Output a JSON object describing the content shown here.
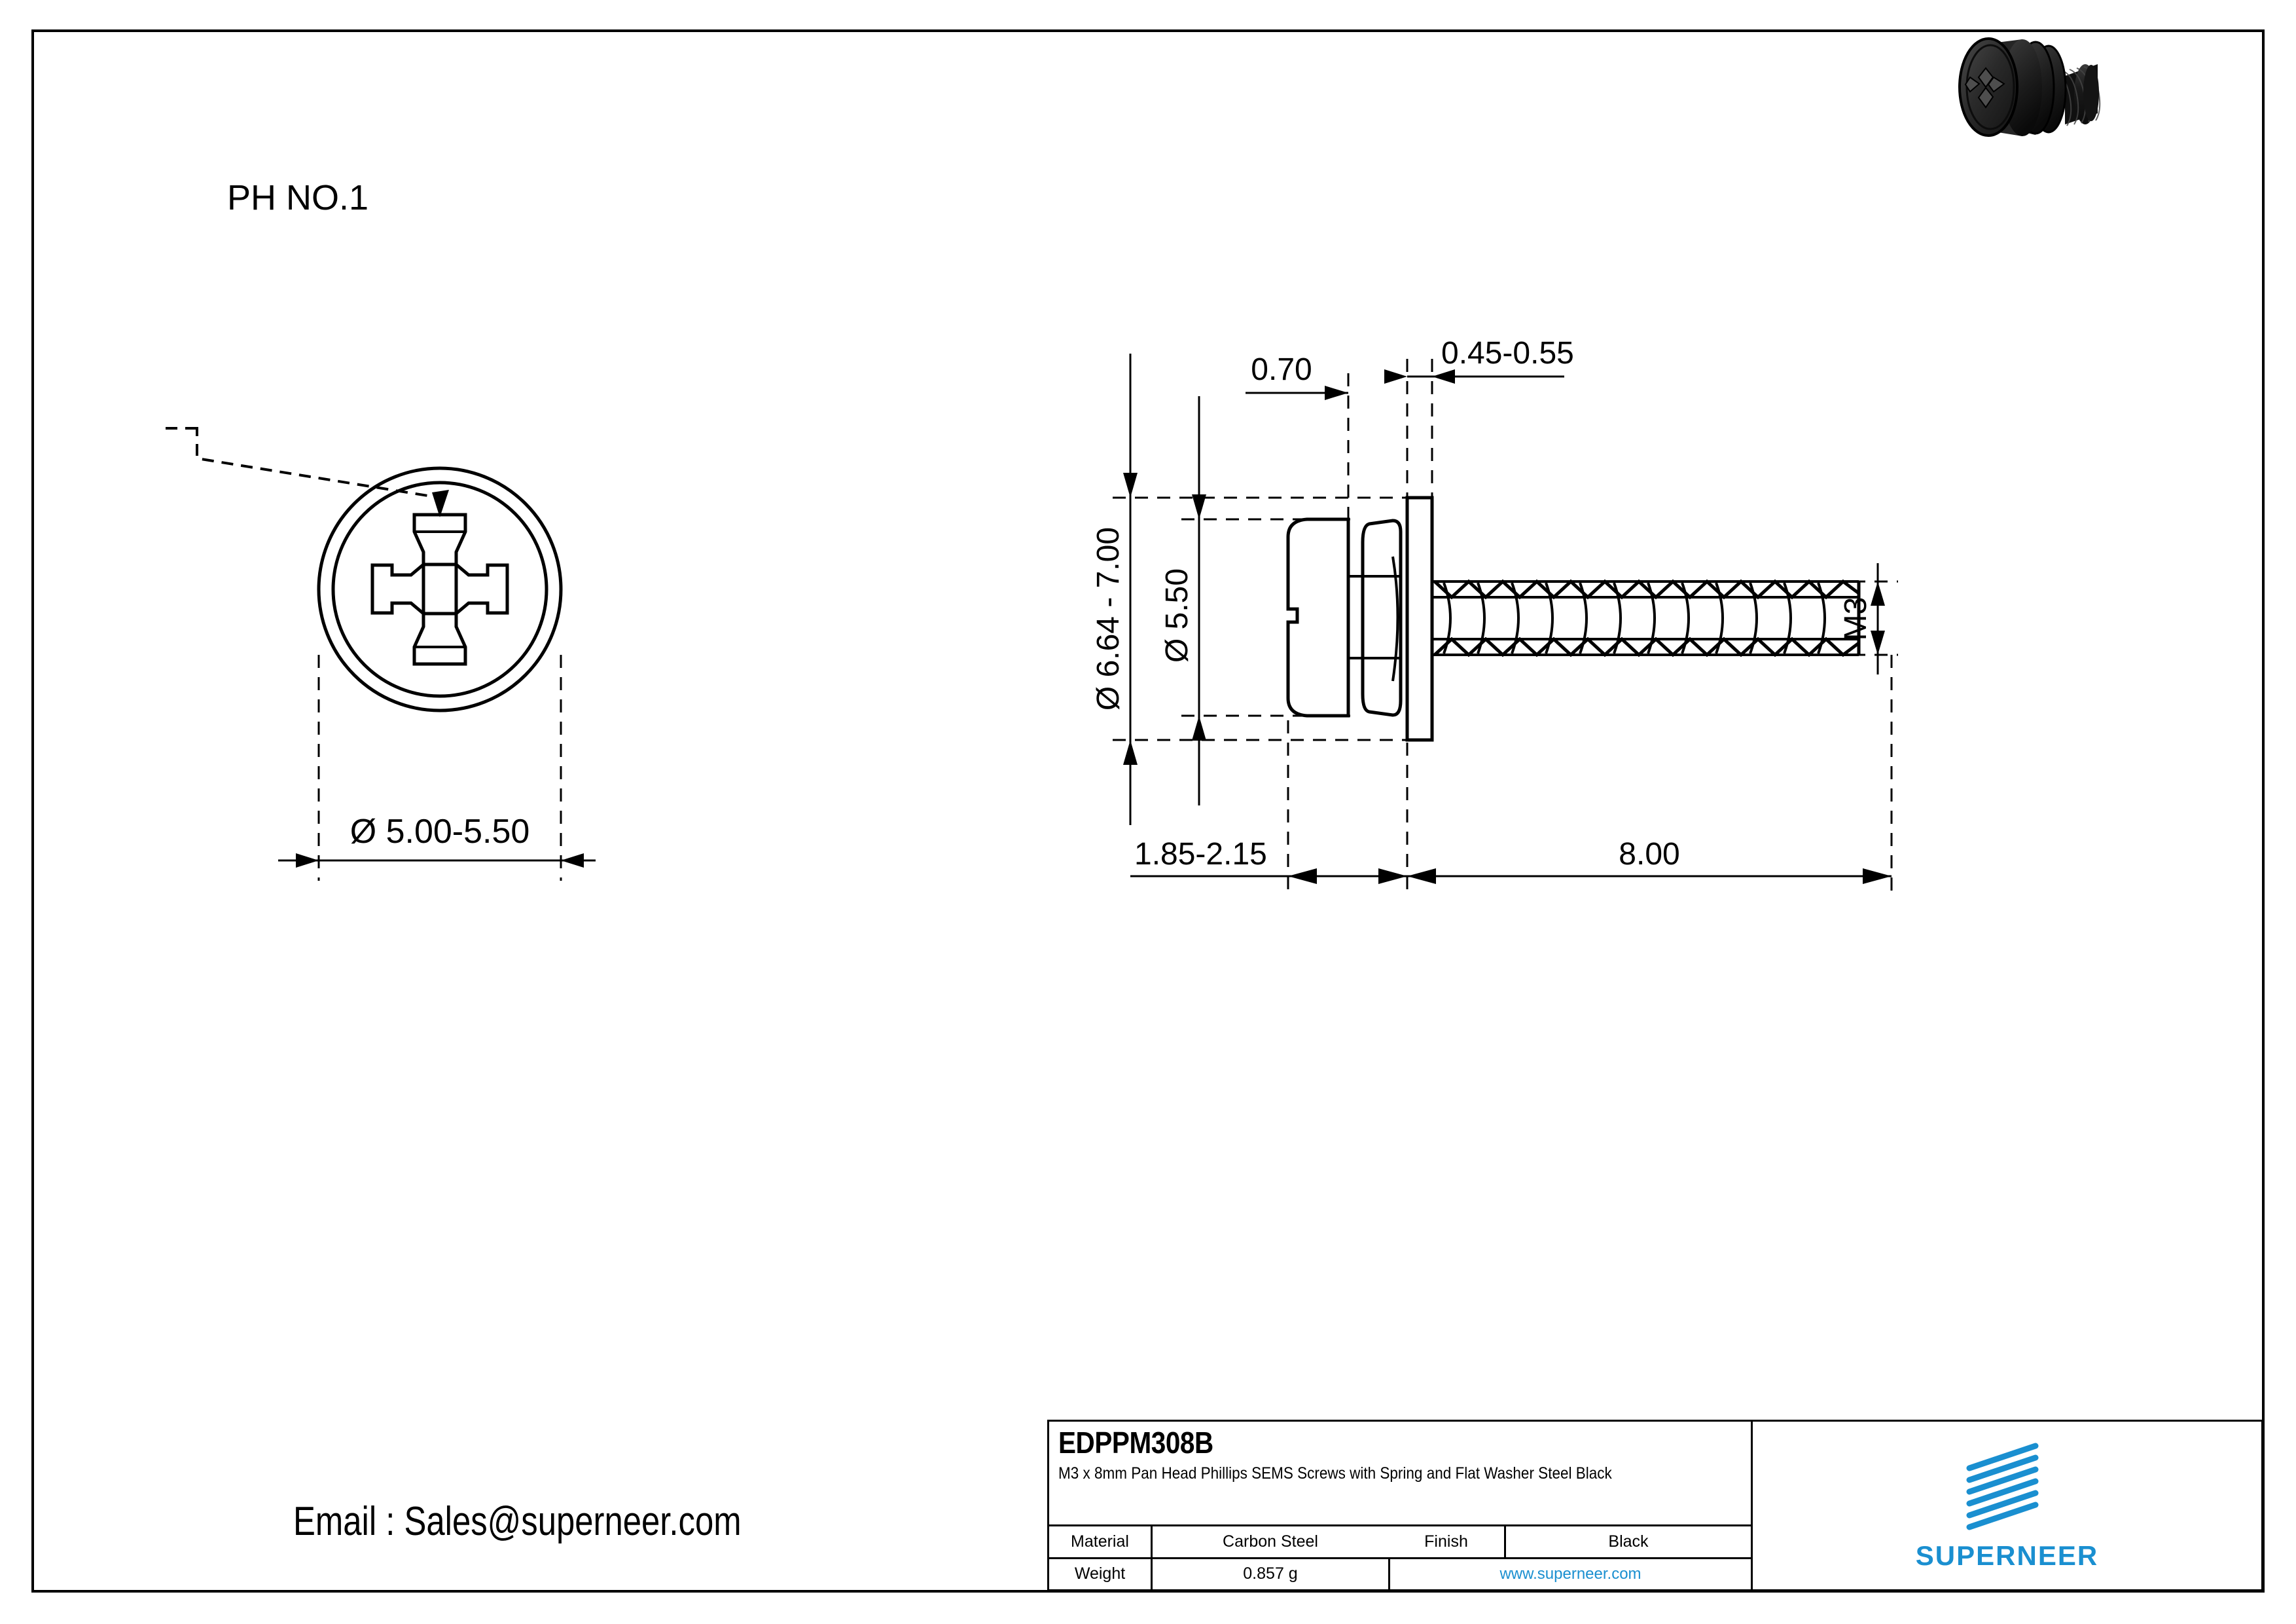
{
  "sheet": {
    "email_text": "Email : Sales@superneer.com"
  },
  "product_image": {
    "alt": "black pan head phillips SEMS screw with spring and flat washer, 3D render"
  },
  "front_view": {
    "callout_label": "PH NO.1",
    "diameter_dim": "Ø 5.00-5.50"
  },
  "side_view": {
    "dim_head_height": "0.70",
    "dim_washer_thickness": "0.45-0.55",
    "dim_outer_diameter": "Ø 6.64 - 7.00",
    "dim_head_diameter": "Ø 5.50",
    "dim_thread_size": "M3",
    "dim_head_thickness": "1.85-2.15",
    "dim_thread_length": "8.00"
  },
  "title_block": {
    "part_number": "EDPPM308B",
    "description": "M3 x 8mm Pan Head Phillips SEMS Screws with Spring and Flat Washer Steel Black",
    "material_label": "Material",
    "material_value": "Carbon Steel",
    "finish_label": "Finish",
    "finish_value": "Black",
    "weight_label": "Weight",
    "weight_value": "0.857 g",
    "website_url": "www.superneer.com",
    "brand_name": "SUPERNEER"
  },
  "colors": {
    "brand_blue": "#1a8fd0",
    "line_black": "#000000",
    "sheet_white": "#ffffff"
  }
}
